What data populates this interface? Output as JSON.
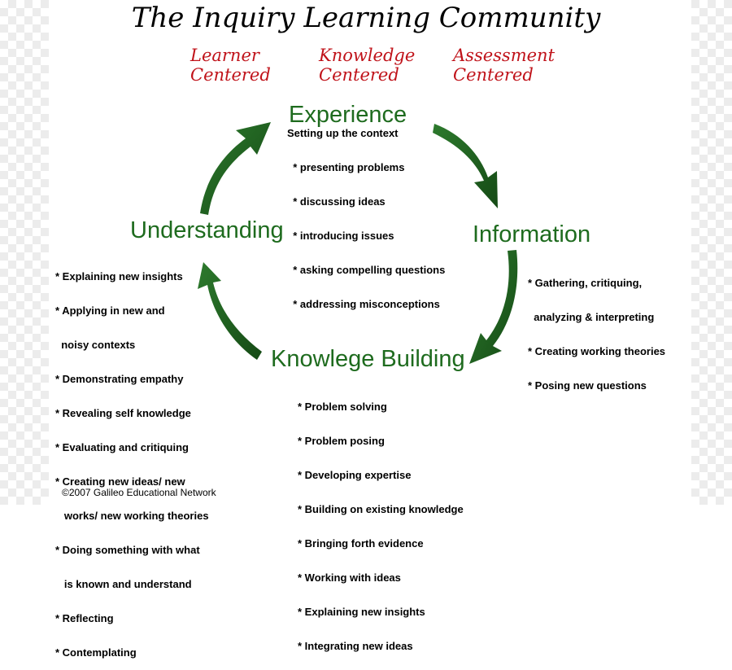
{
  "title": "The Inquiry Learning Community",
  "centered": [
    {
      "line1": "Learner",
      "line2": "Centered"
    },
    {
      "line1": "Knowledge",
      "line2": "Centered"
    },
    {
      "line1": "Assessment",
      "line2": "Centered"
    }
  ],
  "experience": {
    "title": "Experience",
    "intro": "Setting up the context",
    "items": [
      "  * presenting problems",
      "  * discussing ideas",
      "  * introducing issues",
      "  * asking compelling questions",
      "  * addressing misconceptions"
    ]
  },
  "information": {
    "title": "Information",
    "items": [
      "* Gathering, critiquing,",
      "  analyzing & interpreting",
      "* Creating working theories",
      "* Posing new questions"
    ]
  },
  "knowledge_building": {
    "title": "Knowlege Building",
    "items": [
      "* Problem solving",
      "* Problem posing",
      "* Developing expertise",
      "* Building on existing knowledge",
      "* Bringing forth evidence",
      "* Working with ideas",
      "* Explaining new insights",
      "* Integrating new ideas"
    ]
  },
  "understanding": {
    "title": "Understanding",
    "items": [
      "* Explaining new insights",
      "* Applying in new and",
      "  noisy contexts",
      "* Demonstrating empathy",
      "* Revealing self knowledge",
      "* Evaluating and critiquing",
      "* Creating new ideas/ new",
      "   works/ new working theories",
      "* Doing something with what",
      "   is known and understand",
      "* Reflecting",
      "* Contemplating"
    ]
  },
  "colors": {
    "arrow": "#1e5e1e",
    "stage": "#1e6b1e",
    "centered": "#c0131a"
  },
  "copyright": "©2007 Galileo Educational Network"
}
